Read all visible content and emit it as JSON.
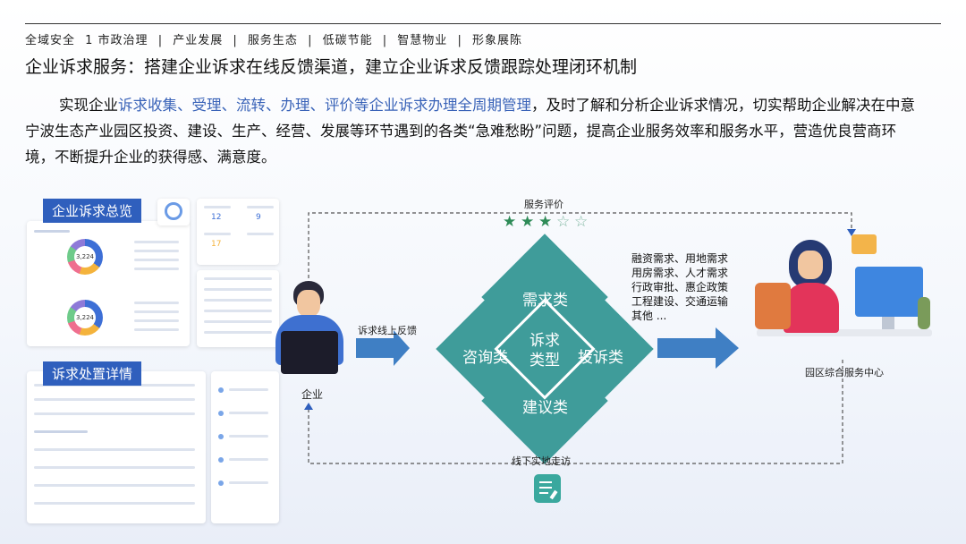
{
  "nav": {
    "items": [
      "全域安全",
      "1 市政治理",
      "|",
      "产业发展",
      "|",
      "服务生态",
      "|",
      "低碳节能",
      "|",
      "智慧物业",
      "|",
      "形象展陈"
    ]
  },
  "title": "企业诉求服务：搭建企业诉求在线反馈渠道，建立企业诉求反馈跟踪处理闭环机制",
  "paragraph": {
    "p1": "实现企业",
    "p2": "诉求收集、受理、流转、办理、评价等企业诉求办理全周期管理",
    "p3": "，及时了解和分析企业诉求情况，切实帮助企业解决在中意宁波生态产业园区投资、建设、生产、经营、发展等环节遇到的各类“急难愁盼”问题，提高企业服务效率和服务水平，营造优良营商环境，不断提升企业的获得感、满意度。"
  },
  "dashboard": {
    "overview_tag": "企业诉求总览",
    "detail_tag": "诉求处置详情",
    "ring1_value": "3,224",
    "ring2_value": "3,224",
    "stat_a": "12",
    "stat_b": "9",
    "stat_c": "17"
  },
  "diagram": {
    "service_eval": "服务评价",
    "rating_stars": 3,
    "rating_max": 5,
    "online_feedback": "诉求线上反馈",
    "enterprise_label": "企业",
    "center_label": "园区综合服务中心",
    "offline_visit": "线下实地走访",
    "center_diamond": [
      "诉求",
      "类型"
    ],
    "top": "需求类",
    "left": "咨询类",
    "right": "投诉类",
    "bottom": "建议类",
    "needs": [
      "融资需求、用地需求",
      "用房需求、人才需求",
      "行政审批、惠企政策",
      "工程建设、交通运输",
      "其他   ..."
    ]
  },
  "colors": {
    "teal": "#3f9c9a",
    "arrow": "#3f7fc4",
    "tag": "#2f5fbd",
    "highlight": "#3a63b8",
    "star": "#2e8b57"
  }
}
